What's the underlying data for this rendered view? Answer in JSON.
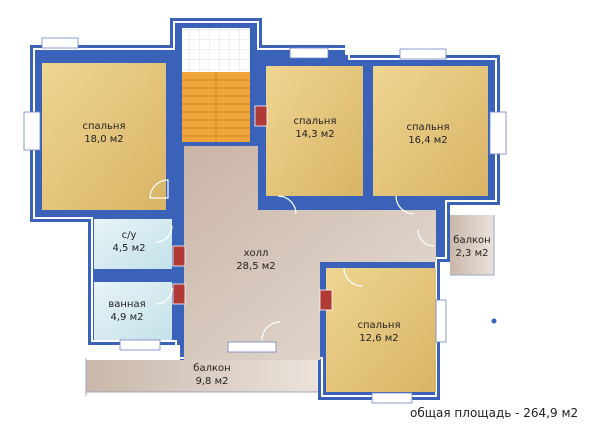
{
  "rooms": {
    "bedroom_1": {
      "name": "спальня",
      "area": "18,0 м2"
    },
    "bedroom_2": {
      "name": "спальня",
      "area": "14,3 м2"
    },
    "bedroom_3": {
      "name": "спальня",
      "area": "16,4 м2"
    },
    "bedroom_4": {
      "name": "спальня",
      "area": "12,6 м2"
    },
    "wc": {
      "name": "с/у",
      "area": "4,5 м2"
    },
    "bathroom": {
      "name": "ванная",
      "area": "4,9 м2"
    },
    "hall": {
      "name": "холл",
      "area": "28,5 м2"
    },
    "balcony_small": {
      "name": "балкон",
      "area": "2,3 м2"
    },
    "balcony_large": {
      "name": "балкон",
      "area": "9,8 м2"
    }
  },
  "total_area": "общая площадь - 264,9 м2",
  "colors": {
    "wall": "#3a62b8",
    "bedroom_floor": "#e3c57a",
    "hall_floor": "#d7c8bc",
    "wet_floor": "#cfe8ef",
    "stair": "#efa53a",
    "vent": "#b03a36"
  }
}
